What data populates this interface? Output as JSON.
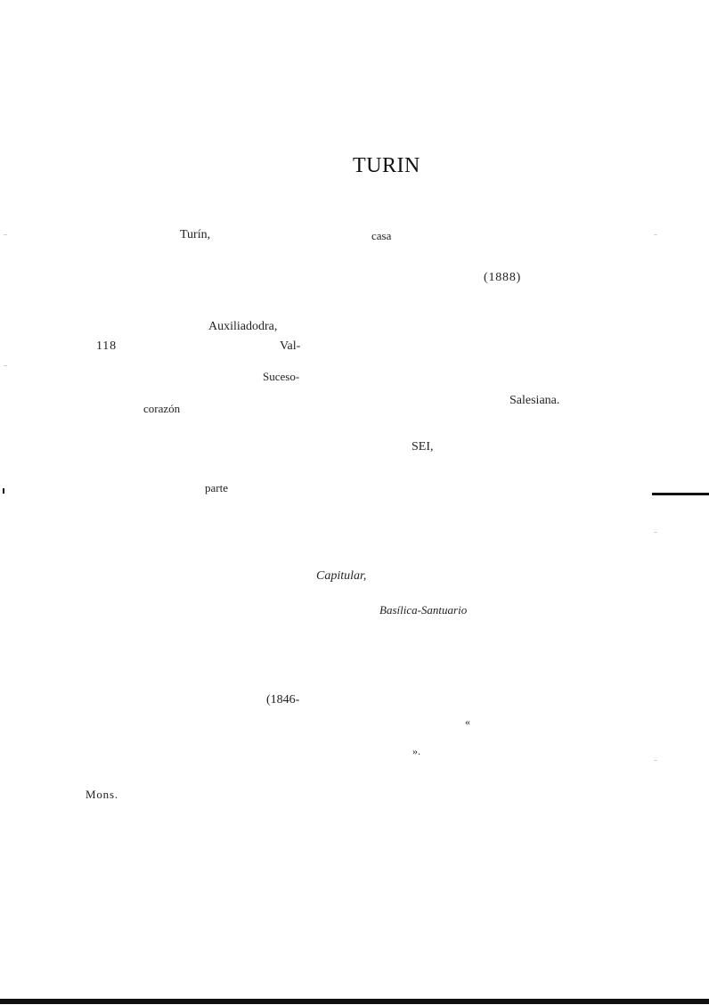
{
  "document": {
    "title": "TURIN",
    "words": {
      "turin": "Turín,",
      "casa": "casa",
      "year1888": "(1888)",
      "auxiliadora": "Auxiliadodra,",
      "n118": "118",
      "val": "Val-",
      "suceso": "Suceso-",
      "salesiana": "Salesiana.",
      "corazon": "corazón",
      "sei": "SEI,",
      "parte": "parte",
      "capitular": "Capitular,",
      "basilica": "Basílica-Santuario",
      "year1846": "(1846-",
      "open_quote": "«",
      "close_quote": "».",
      "mons": "Mons."
    }
  }
}
